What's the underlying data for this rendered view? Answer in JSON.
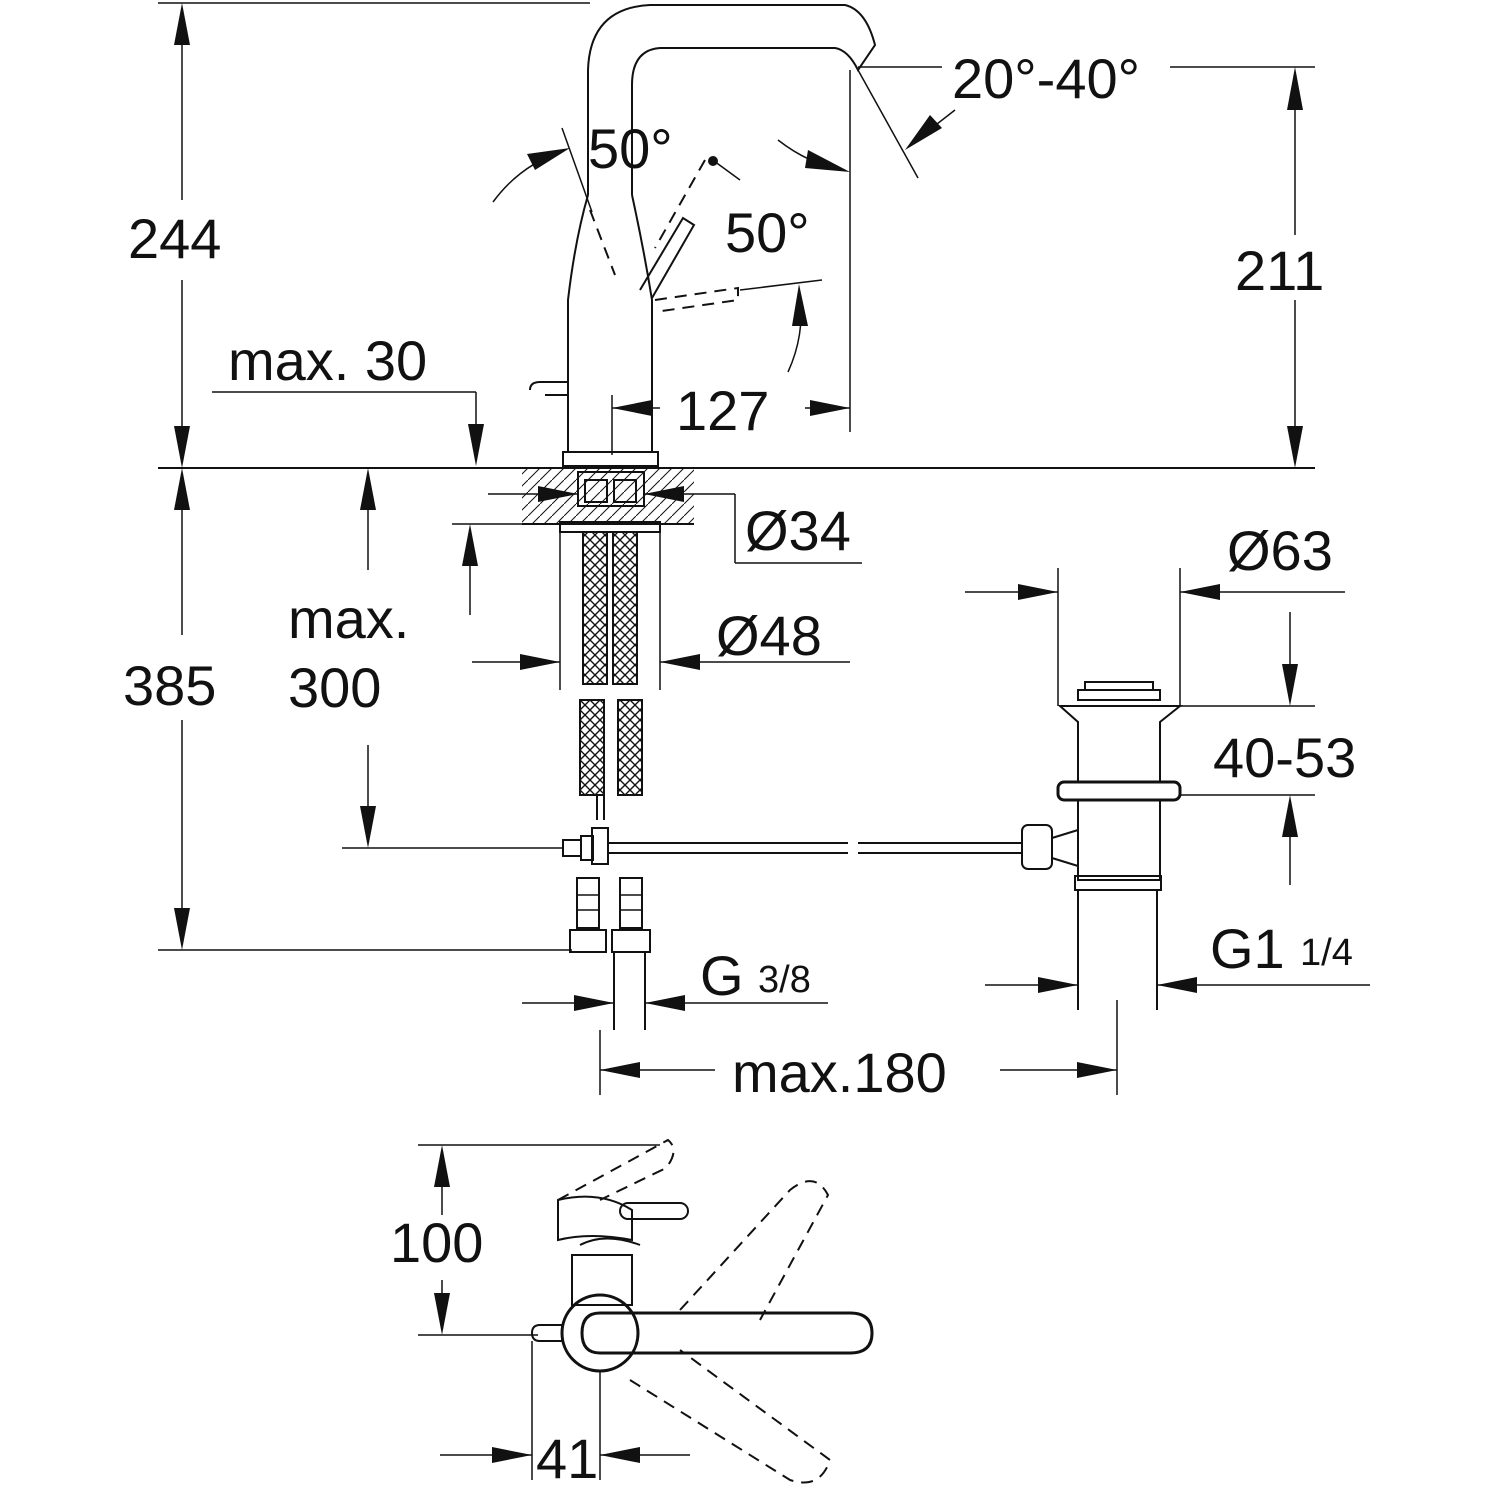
{
  "dimensions": {
    "height_total": "244",
    "spout_height": "211",
    "spout_angle": "20°-40°",
    "lever_angle_top": "50°",
    "lever_angle_side": "50°",
    "max_deck_thickness": "max. 30",
    "spout_reach": "127",
    "hole_diameter": "Ø34",
    "flange_diameter": "Ø48",
    "max_hose_length_line1": "max.",
    "max_hose_length_line2": "300",
    "below_deck_height": "385",
    "waste_diameter": "Ø63",
    "waste_range": "40-53",
    "waste_thread": "G1",
    "waste_thread_fraction": "1/4",
    "supply_thread": "G",
    "supply_thread_fraction": "3/8",
    "max_spacing": "max.180",
    "lever_depth": "100",
    "lever_offset": "41"
  }
}
